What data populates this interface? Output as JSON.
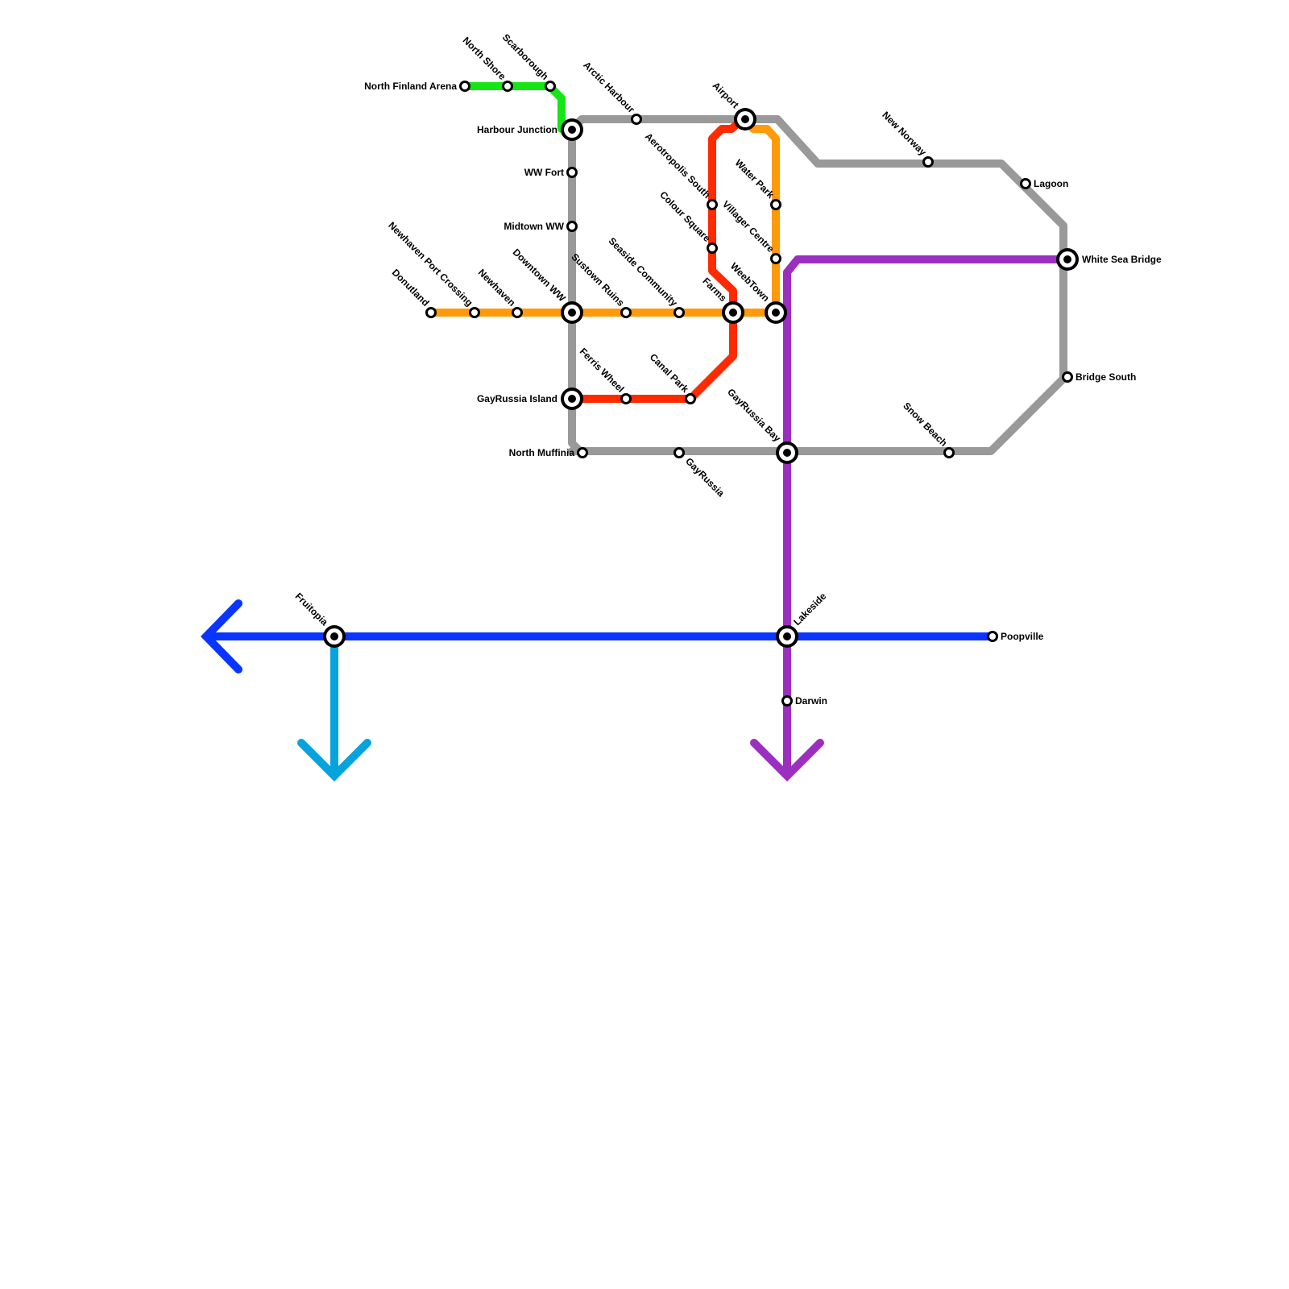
{
  "lines": [
    {
      "name": "gray-line",
      "color": "#999999"
    },
    {
      "name": "green-line",
      "color": "#16e516"
    },
    {
      "name": "orange-line",
      "color": "#ff9a0a"
    },
    {
      "name": "red-line",
      "color": "#ff2a00"
    },
    {
      "name": "purple-line",
      "color": "#9c2fc0"
    },
    {
      "name": "blue-line",
      "color": "#0a35ff"
    },
    {
      "name": "cyan-line",
      "color": "#07a3dc"
    }
  ],
  "stations": [
    {
      "id": "north-finland-arena",
      "label": "North Finland Arena",
      "interchange": false
    },
    {
      "id": "north-shore",
      "label": "North Shore",
      "interchange": false
    },
    {
      "id": "scarborough",
      "label": "Scarborough",
      "interchange": false
    },
    {
      "id": "harbour-junction",
      "label": "Harbour Junction",
      "interchange": true
    },
    {
      "id": "arctic-harbour",
      "label": "Arctic Harbour",
      "interchange": false
    },
    {
      "id": "airport",
      "label": "Airport",
      "interchange": true
    },
    {
      "id": "aerotropolis-south",
      "label": "Aerotropolis South",
      "interchange": false
    },
    {
      "id": "water-park",
      "label": "Water Park",
      "interchange": false
    },
    {
      "id": "new-norway",
      "label": "New Norway",
      "interchange": false
    },
    {
      "id": "lagoon",
      "label": "Lagoon",
      "interchange": false
    },
    {
      "id": "ww-fort",
      "label": "WW Fort",
      "interchange": false
    },
    {
      "id": "midtown-ww",
      "label": "Midtown WW",
      "interchange": false
    },
    {
      "id": "colour-square",
      "label": "Colour Square",
      "interchange": false
    },
    {
      "id": "villager-centre",
      "label": "Villager Centre",
      "interchange": false
    },
    {
      "id": "white-sea-bridge",
      "label": "White Sea Bridge",
      "interchange": true
    },
    {
      "id": "donutland",
      "label": "Donutland",
      "interchange": false
    },
    {
      "id": "newhaven-port-crossing",
      "label": "Newhaven Port Crossing",
      "interchange": false
    },
    {
      "id": "newhaven",
      "label": "Newhaven",
      "interchange": false
    },
    {
      "id": "downtown-ww",
      "label": "Downtown WW",
      "interchange": true
    },
    {
      "id": "sustown-ruins",
      "label": "Sustown Ruins",
      "interchange": false
    },
    {
      "id": "seaside-community",
      "label": "Seaside Community",
      "interchange": false
    },
    {
      "id": "farms",
      "label": "Farms",
      "interchange": true
    },
    {
      "id": "weebtown",
      "label": "WeebTown",
      "interchange": true
    },
    {
      "id": "ferris-wheel",
      "label": "Ferris Wheel",
      "interchange": false
    },
    {
      "id": "canal-park",
      "label": "Canal Park",
      "interchange": false
    },
    {
      "id": "gayrussia-island",
      "label": "GayRussia Island",
      "interchange": true
    },
    {
      "id": "bridge-south",
      "label": "Bridge South",
      "interchange": false
    },
    {
      "id": "north-muffinia",
      "label": "North Muffinia",
      "interchange": false
    },
    {
      "id": "gayrussia",
      "label": "GayRussia",
      "interchange": false
    },
    {
      "id": "gayrussia-bay",
      "label": "GayRussia Bay",
      "interchange": true
    },
    {
      "id": "snow-beach",
      "label": "Snow Beach",
      "interchange": false
    },
    {
      "id": "fruitopia",
      "label": "Fruitopia",
      "interchange": true
    },
    {
      "id": "lakeside",
      "label": "Lakeside",
      "interchange": true
    },
    {
      "id": "poopville",
      "label": "Poopville",
      "interchange": false
    },
    {
      "id": "darwin",
      "label": "Darwin",
      "interchange": false
    }
  ]
}
